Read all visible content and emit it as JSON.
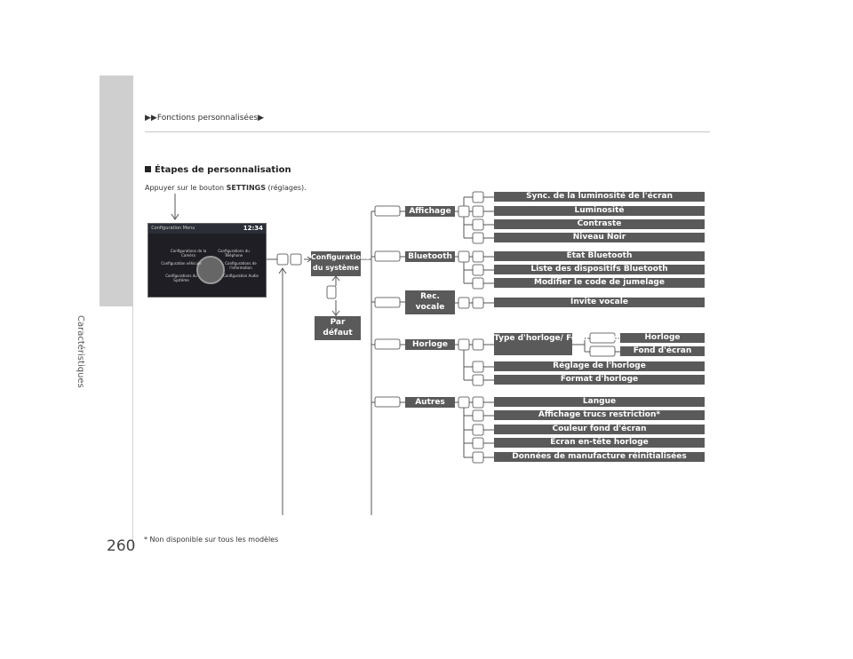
{
  "page": {
    "number": "260",
    "side_tab": "Caractéristiques",
    "breadcrumb": "▶▶Fonctions personnalisées▶",
    "section_title": "Étapes de personnalisation",
    "instruction_prefix": "Appuyer sur le bouton",
    "instruction_button": "SETTINGS",
    "instruction_suffix": "(réglages).",
    "footnote": "* Non disponible sur tous les modèles"
  },
  "screen": {
    "title": "Configuration Menu",
    "time": "12:34",
    "items": [
      "Configurations de la Caméra",
      "Configurations du Téléphone",
      "Configuration véhicule",
      "Configurations de l'information",
      "Configurations du Système",
      "Configuration Audio"
    ]
  },
  "system": {
    "label": "Configurations du système",
    "default_label": "Par défaut"
  },
  "categories": {
    "affichage": "Affichage",
    "bluetooth": "Bluetooth",
    "rec_vocale": "Rec. vocale",
    "horloge": "Horloge",
    "autres": "Autres"
  },
  "items": {
    "sync": "Sync. de la luminosité de l'écran",
    "luminosite": "Luminosité",
    "contraste": "Contraste",
    "niveau_noir": "Niveau Noir",
    "etat_bt": "État Bluetooth",
    "liste_bt": "Liste des dispositifs Bluetooth",
    "code_jumelage": "Modifier le code de jumelage",
    "invite": "Invite vocale",
    "type_horloge": "Type d'horloge/ Fond d'écran",
    "horloge": "Horloge",
    "fond_ecran": "Fond d'écran",
    "reglage_horloge": "Réglage de l'horloge",
    "format_horloge": "Format d'horloge",
    "langue": "Langue",
    "trucs": "Affichage trucs restriction*",
    "couleur": "Couleur fond d'écran",
    "entete": "Écran en-tête horloge",
    "donnees": "Données de manufacture réinitialisées"
  },
  "icons": [
    "rotate-knob-icon",
    "press-icon",
    "arrow-icon"
  ],
  "colors": {
    "bar": "#5a5a5a",
    "tab": "#cfcfcf"
  }
}
